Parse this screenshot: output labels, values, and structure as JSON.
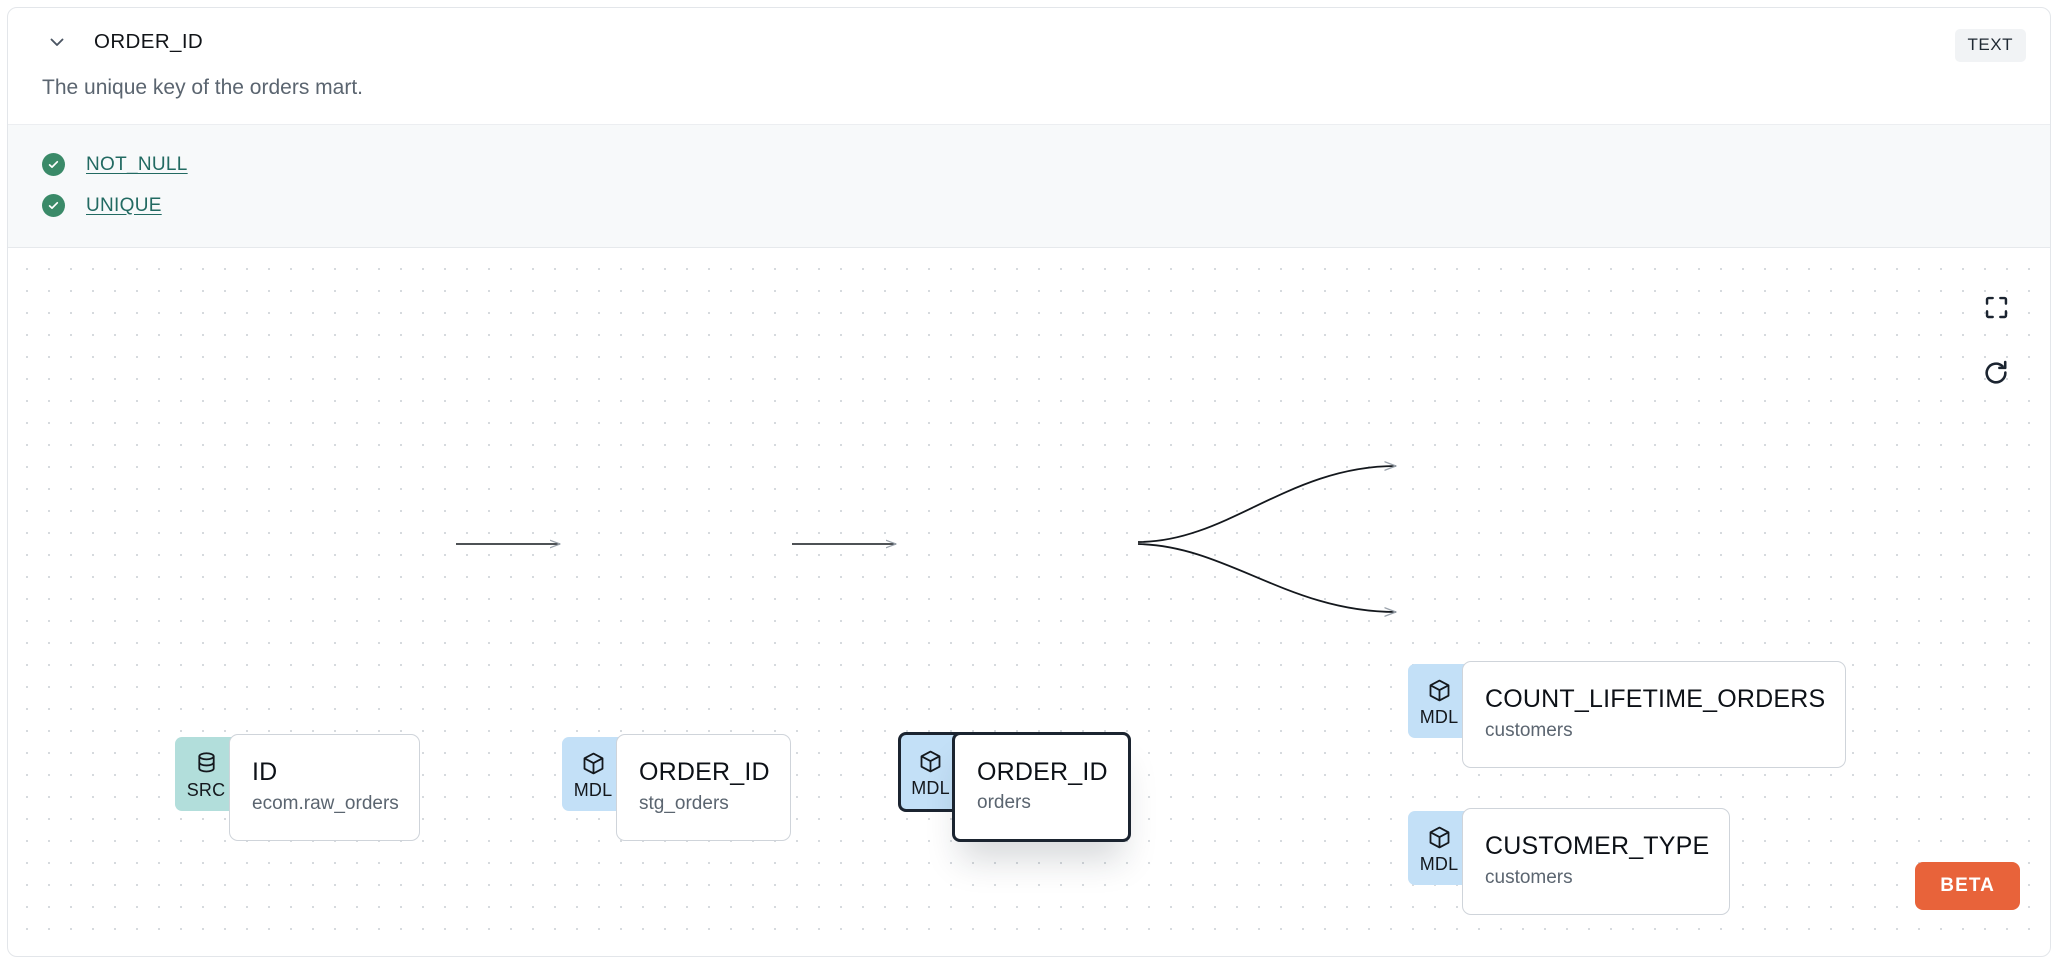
{
  "header": {
    "collapse_icon": "chevron-down-icon",
    "title": "ORDER_ID",
    "type_badge": "TEXT"
  },
  "description": {
    "text": "The unique key of the orders mart."
  },
  "tests": {
    "items": [
      {
        "status_icon": "check-circle-icon",
        "label": "NOT_NULL",
        "status": "passed"
      },
      {
        "status_icon": "check-circle-icon",
        "label": "UNIQUE",
        "status": "passed"
      }
    ]
  },
  "lineage": {
    "controls": [
      {
        "icon": "fit-view-icon",
        "name": "fit-view-button"
      },
      {
        "icon": "refresh-icon",
        "name": "reset-button"
      }
    ],
    "beta_badge": "BETA",
    "nodes": [
      {
        "id": "src-id",
        "kind": "SRC",
        "kind_icon": "database-icon",
        "name": "ID",
        "sub": "ecom.raw_orders",
        "selected": false
      },
      {
        "id": "stg-order-id",
        "kind": "MDL",
        "kind_icon": "cube-icon",
        "name": "ORDER_ID",
        "sub": "stg_orders",
        "selected": false
      },
      {
        "id": "orders-order-id",
        "kind": "MDL",
        "kind_icon": "cube-icon",
        "name": "ORDER_ID",
        "sub": "orders",
        "selected": true
      },
      {
        "id": "count-lifetime-orders",
        "kind": "MDL",
        "kind_icon": "cube-icon",
        "name": "COUNT_LIFETIME_ORDERS",
        "sub": "customers",
        "selected": false
      },
      {
        "id": "customer-type",
        "kind": "MDL",
        "kind_icon": "cube-icon",
        "name": "CUSTOMER_TYPE",
        "sub": "customers",
        "selected": false
      }
    ],
    "edges": [
      {
        "from": "src-id",
        "to": "stg-order-id"
      },
      {
        "from": "stg-order-id",
        "to": "orders-order-id"
      },
      {
        "from": "orders-order-id",
        "to": "count-lifetime-orders"
      },
      {
        "from": "orders-order-id",
        "to": "customer-type"
      }
    ]
  },
  "colors": {
    "mdl_badge": "#c3e0f7",
    "src_badge": "#b2dedb",
    "test_pass": "#3a8a68",
    "test_link": "#226a62",
    "beta": "#e8633a",
    "selected_border": "#1b2430"
  }
}
